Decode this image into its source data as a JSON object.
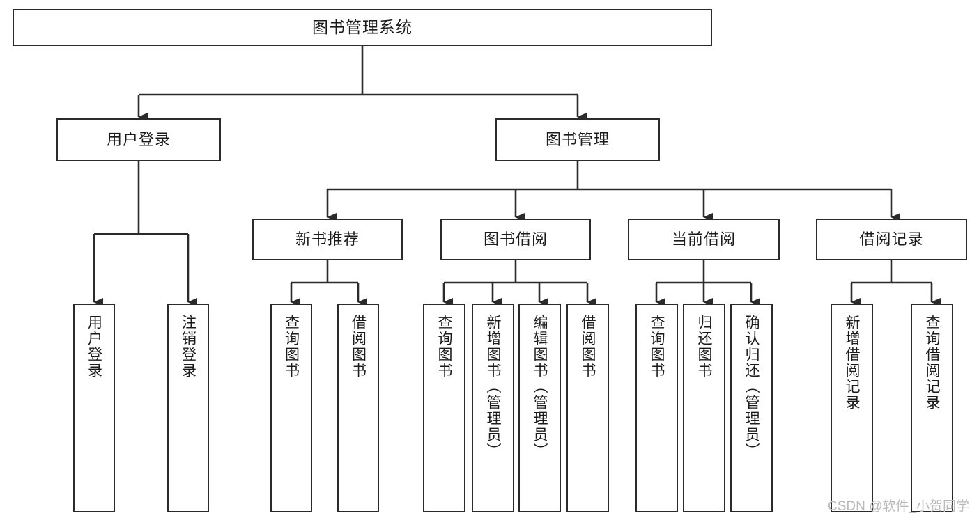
{
  "diagram": {
    "title": "图书管理系统",
    "type": "tree",
    "watermark": "CSDN @软件_小贺同学",
    "colors": {
      "box_border": "#2b2b2b",
      "box_fill": "#ffffff",
      "line": "#2b2b2b",
      "text": "#1b1b1b",
      "watermark": "#b9b9b9"
    },
    "root": {
      "label": "图书管理系统"
    },
    "level2": [
      {
        "label": "用户登录"
      },
      {
        "label": "图书管理"
      }
    ],
    "level3": [
      {
        "label": "新书推荐"
      },
      {
        "label": "图书借阅"
      },
      {
        "label": "当前借阅"
      },
      {
        "label": "借阅记录"
      }
    ],
    "leaves": {
      "user_login": [
        {
          "label": "用户登录"
        },
        {
          "label": "注销登录"
        }
      ],
      "new_book_recommend": [
        {
          "label": "查询图书"
        },
        {
          "label": "借阅图书"
        }
      ],
      "book_borrow": [
        {
          "label": "查询图书"
        },
        {
          "label": "新增图书（管理员）"
        },
        {
          "label": "编辑图书（管理员）"
        },
        {
          "label": "借阅图书"
        }
      ],
      "current_borrow": [
        {
          "label": "查询图书"
        },
        {
          "label": "归还图书"
        },
        {
          "label": "确认归还（管理员）"
        }
      ],
      "borrow_record": [
        {
          "label": "新增借阅记录"
        },
        {
          "label": "查询借阅记录"
        }
      ]
    }
  }
}
